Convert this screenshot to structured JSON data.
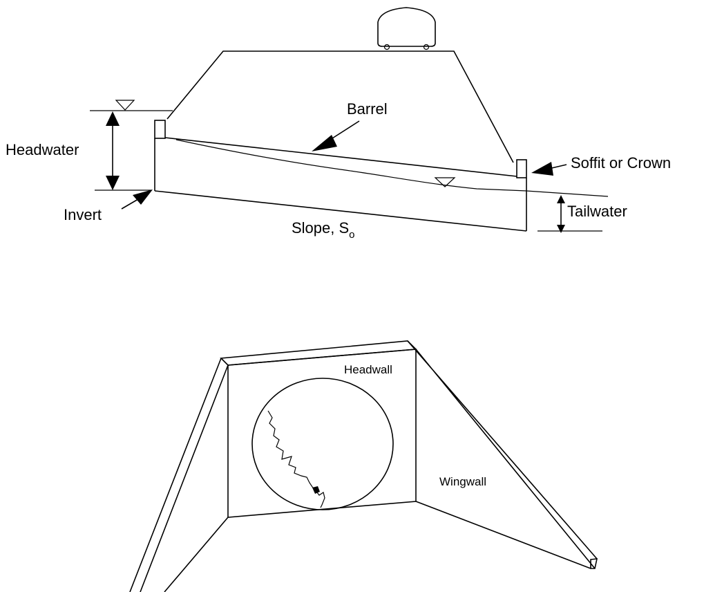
{
  "profile": {
    "labels": {
      "barrel": "Barrel",
      "headwater": "Headwater",
      "soffit": "Soffit or Crown",
      "invert": "Invert",
      "tailwater": "Tailwater",
      "slope": "Slope, S",
      "slope_subscript": "o"
    }
  },
  "inlet": {
    "labels": {
      "headwall": "Headwall",
      "wingwall": "Wingwall"
    }
  }
}
